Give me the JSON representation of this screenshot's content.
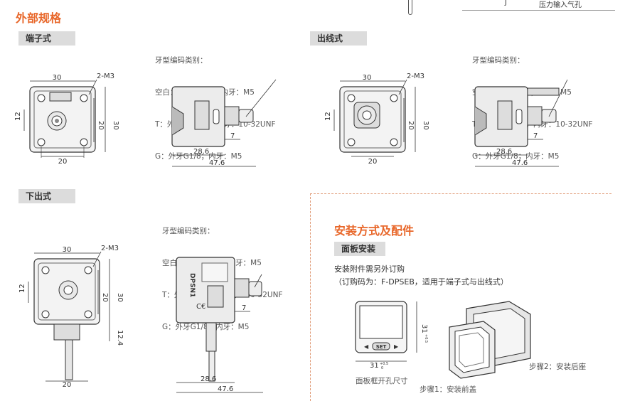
{
  "top_strip": {
    "left": "J",
    "right": "压力输入气孔"
  },
  "section_title": "外部规格",
  "variants": [
    {
      "tag": "端子式",
      "spec_title": "牙型编码类别：",
      "spec_lines": [
        "空白：外牙PT1/8；内牙：M5",
        "T：外牙NPT1/8；内牙：10-32UNF",
        "G：外牙G1/8；内牙：M5"
      ]
    },
    {
      "tag": "出线式",
      "spec_title": "牙型编码类别：",
      "spec_lines": [
        "空白：外牙PT1/8；内牙：M5",
        "T：外牙NPT1/8；内牙：10-32UNF",
        "G：外牙G1/8；内牙：M5"
      ]
    },
    {
      "tag": "下出式",
      "spec_title": "牙型编码类别：",
      "spec_lines": [
        "空白：外牙PT1/8；内牙：M5",
        "T：外牙NPT1/8；内牙：10-32UNF",
        "G：外牙G1/8；内牙：M5"
      ]
    }
  ],
  "dims": {
    "width": "30",
    "height": "30",
    "hole_h": "20",
    "hole_w": "20",
    "offset": "12",
    "thread": "2-M3",
    "depth1": "28.6",
    "depth2": "47.6",
    "port": "7",
    "cable": "12.4"
  },
  "mounting": {
    "title": "安装方式及配件",
    "tag": "面板安装",
    "note1": "安装附件需另外订购",
    "note2": "（订购码为：F-DPSEB，适用于端子式与出线式）",
    "cutout_w": "31",
    "cutout_h": "31",
    "tol": "+0.5",
    "tol0": "0",
    "set_label": "SET",
    "cutout_caption": "面板框开孔尺寸",
    "step1": "步骤1：安装前盖",
    "step2": "步骤2：安装后座"
  },
  "product_label": "DPSN1"
}
